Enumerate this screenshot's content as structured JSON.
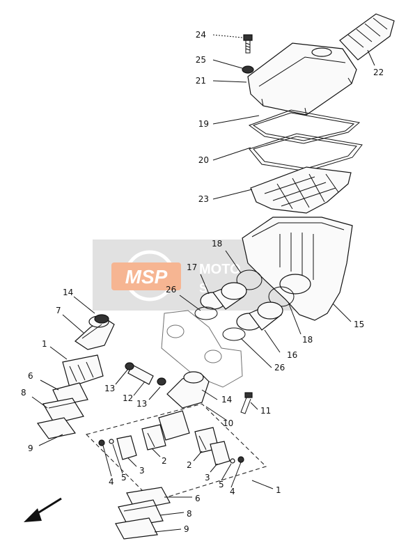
{
  "watermark": {
    "logo_text": "MSP",
    "brand_text": "MOTO",
    "sub_text": "S",
    "accent_color": "#f07a3a"
  },
  "callouts": [
    {
      "id": "c24",
      "num": "24"
    },
    {
      "id": "c25",
      "num": "25"
    },
    {
      "id": "c21",
      "num": "21"
    },
    {
      "id": "c22",
      "num": "22"
    },
    {
      "id": "c19",
      "num": "19"
    },
    {
      "id": "c20",
      "num": "20"
    },
    {
      "id": "c23",
      "num": "23"
    },
    {
      "id": "c18a",
      "num": "18"
    },
    {
      "id": "c17",
      "num": "17"
    },
    {
      "id": "c26a",
      "num": "26"
    },
    {
      "id": "c14a",
      "num": "14"
    },
    {
      "id": "c7",
      "num": "7"
    },
    {
      "id": "c15",
      "num": "15"
    },
    {
      "id": "c18b",
      "num": "18"
    },
    {
      "id": "c16",
      "num": "16"
    },
    {
      "id": "c26b",
      "num": "26"
    },
    {
      "id": "c1a",
      "num": "1"
    },
    {
      "id": "c6a",
      "num": "6"
    },
    {
      "id": "c8a",
      "num": "8"
    },
    {
      "id": "c13a",
      "num": "13"
    },
    {
      "id": "c12",
      "num": "12"
    },
    {
      "id": "c13b",
      "num": "13"
    },
    {
      "id": "c14b",
      "num": "14"
    },
    {
      "id": "c11",
      "num": "11"
    },
    {
      "id": "c10",
      "num": "10"
    },
    {
      "id": "c9a",
      "num": "9"
    },
    {
      "id": "c2a",
      "num": "2"
    },
    {
      "id": "c3a",
      "num": "3"
    },
    {
      "id": "c2b",
      "num": "2"
    },
    {
      "id": "c3b",
      "num": "3"
    },
    {
      "id": "c4a",
      "num": "4"
    },
    {
      "id": "c5a",
      "num": "5"
    },
    {
      "id": "c5b",
      "num": "5"
    },
    {
      "id": "c4b",
      "num": "4"
    },
    {
      "id": "c1b",
      "num": "1"
    },
    {
      "id": "c6b",
      "num": "6"
    },
    {
      "id": "c8b",
      "num": "8"
    },
    {
      "id": "c9b",
      "num": "9"
    }
  ]
}
